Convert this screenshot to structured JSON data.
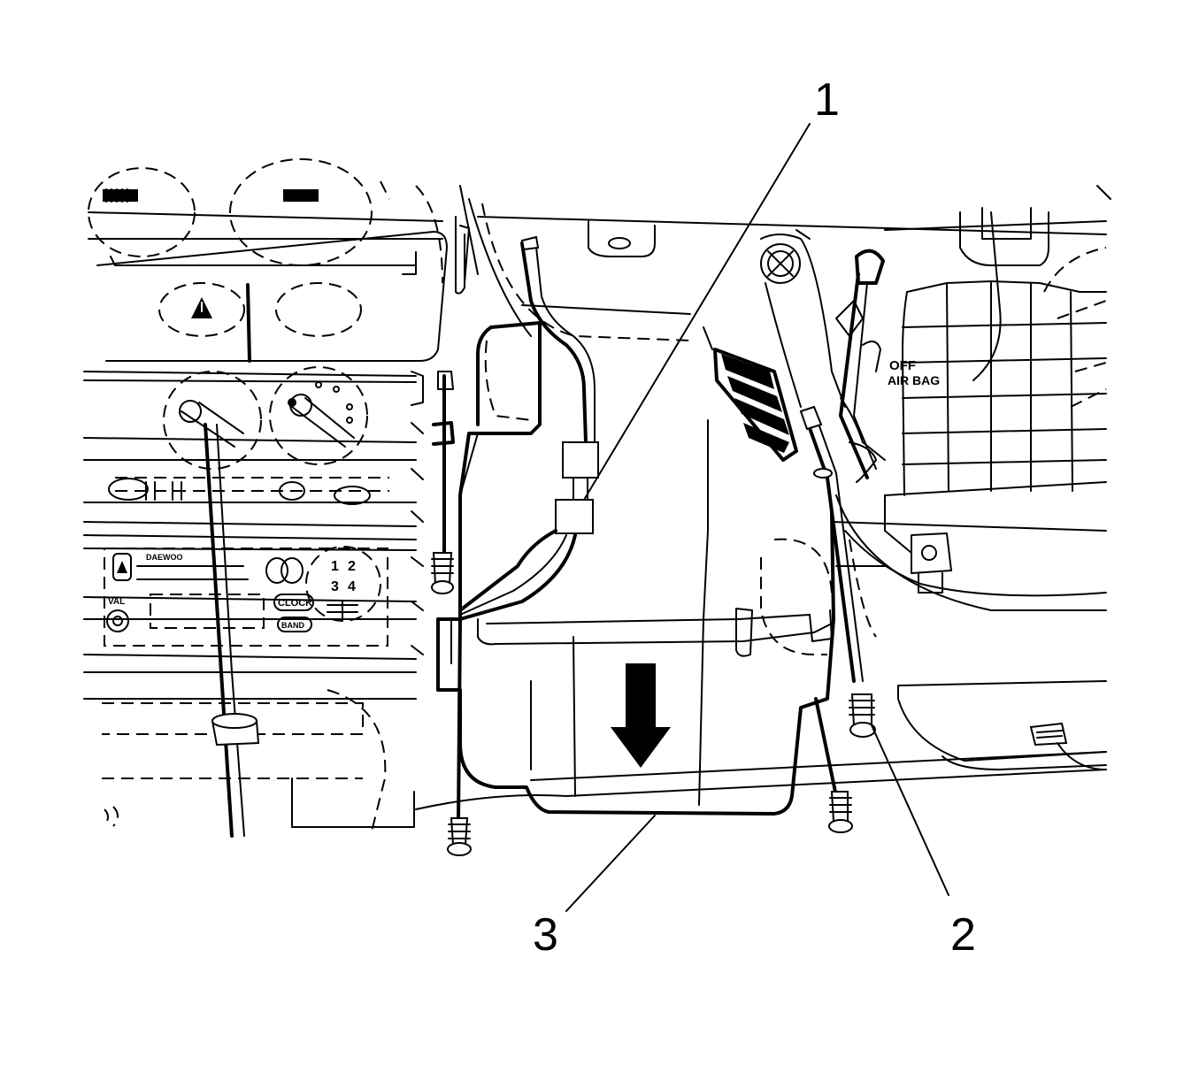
{
  "callouts": [
    {
      "label": "1"
    },
    {
      "label": "2"
    },
    {
      "label": "3"
    }
  ],
  "panel_text": {
    "air_bag": "AIR BAG",
    "off": "OFF",
    "brand": "DAEWOO",
    "val": "VAL",
    "clock": "CLOCK",
    "band": "BAND",
    "presets": [
      "1",
      "2",
      "3",
      "4"
    ]
  },
  "colors": {
    "ink": "#000000",
    "paper": "#ffffff"
  }
}
